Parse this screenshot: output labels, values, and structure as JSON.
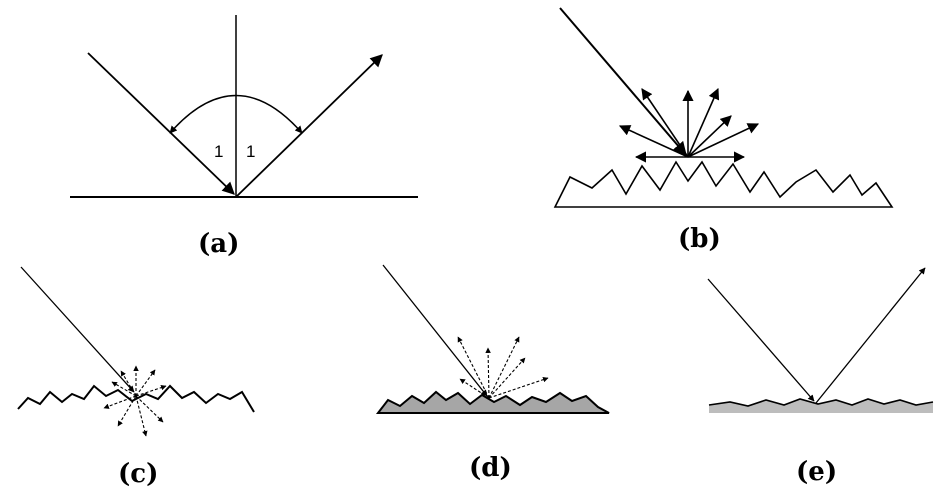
{
  "panels": [
    {
      "id": "a",
      "caption": "(a)",
      "angle_labels": [
        "1",
        "1"
      ]
    },
    {
      "id": "b",
      "caption": "(b)"
    },
    {
      "id": "c",
      "caption": "(c)"
    },
    {
      "id": "d",
      "caption": "(d)"
    },
    {
      "id": "e",
      "caption": "(e)"
    }
  ],
  "colors": {
    "line": "#000000",
    "surface_fill_d": "#a6a6a6",
    "surface_fill_e": "#bdbdbd"
  }
}
